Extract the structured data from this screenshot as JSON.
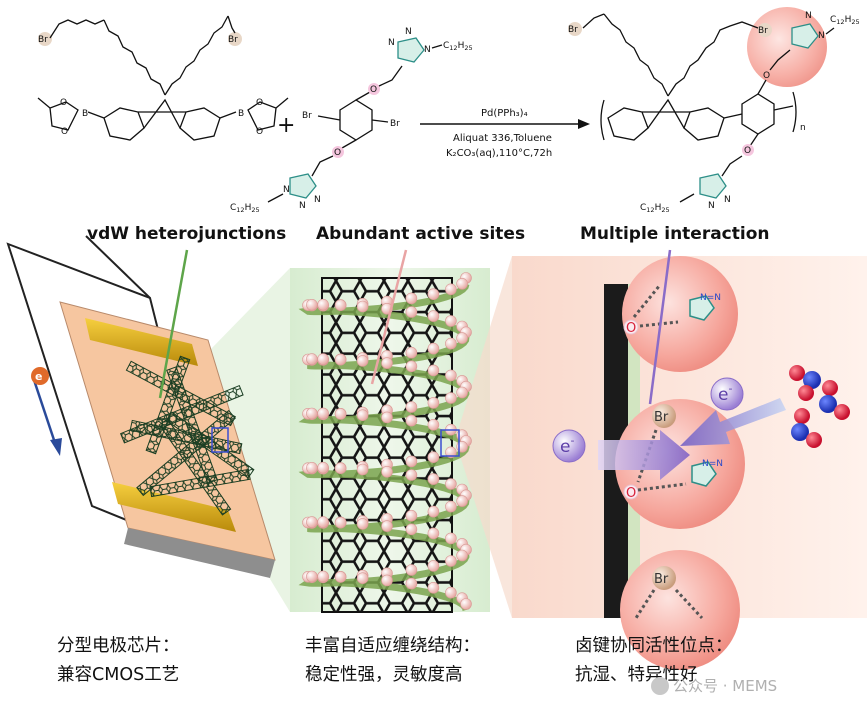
{
  "scheme": {
    "reactant1": {
      "br_top_left": "Br",
      "br_top_right": "Br",
      "boron_left": "B",
      "boron_right": "B",
      "oxygen": "O"
    },
    "reactant2": {
      "br_left": "Br",
      "br_right": "Br",
      "oxygen": "O",
      "n_atom": "N",
      "chain_top": "C",
      "chain_top_sub": "12",
      "chain_top_h": "H",
      "chain_top_sub2": "25",
      "chain_bottom": "C",
      "chain_bottom_sub": "12",
      "chain_bottom_h": "H",
      "chain_bottom_sub2": "25"
    },
    "plus": "+",
    "conditions": {
      "catalyst": "Pd(PPh₃)₄",
      "solvent": "Aliquat 336,Toluene",
      "base": "K₂CO₃(aq),110°C,72h"
    },
    "product": {
      "br_left": "Br",
      "br_right": "Br",
      "oxygen": "O",
      "n_atom": "N",
      "subscript_n": "n",
      "chain_top": "C",
      "chain_top_sub": "12",
      "chain_top_h": "H",
      "chain_top_sub2": "25",
      "chain_bottom": "C",
      "chain_bottom_sub": "12",
      "chain_bottom_h": "H",
      "chain_bottom_sub2": "25"
    }
  },
  "headings": {
    "left": "vdW heterojunctions",
    "middle": "Abundant active sites",
    "right": "Multiple interaction"
  },
  "panel_left": {
    "current_label": "e"
  },
  "panel_right": {
    "electron_left": "e",
    "electron_right": "e",
    "minus": "-",
    "br_label": "Br",
    "o_label": "O"
  },
  "captions": {
    "left_line1": "分型电极芯片：",
    "left_line2": "兼容CMOS工艺",
    "middle_line1": "丰富自适应缠绕结构：",
    "middle_line2": "稳定性强，灵敏度高",
    "right_line1": "卤键协同活性位点：",
    "right_line2": "抗湿、特异性好"
  },
  "watermark": "公众号 · MEMS",
  "colors": {
    "sphere": "#f8b6ae",
    "gold": "#e8b21c",
    "tube": "#1b1b1b",
    "bead": "#f4c6c2",
    "helix": "#7aa34e",
    "violet": "#8a6cc8",
    "nitrogen": "#2a49c9",
    "oxygen": "#d8213a"
  }
}
